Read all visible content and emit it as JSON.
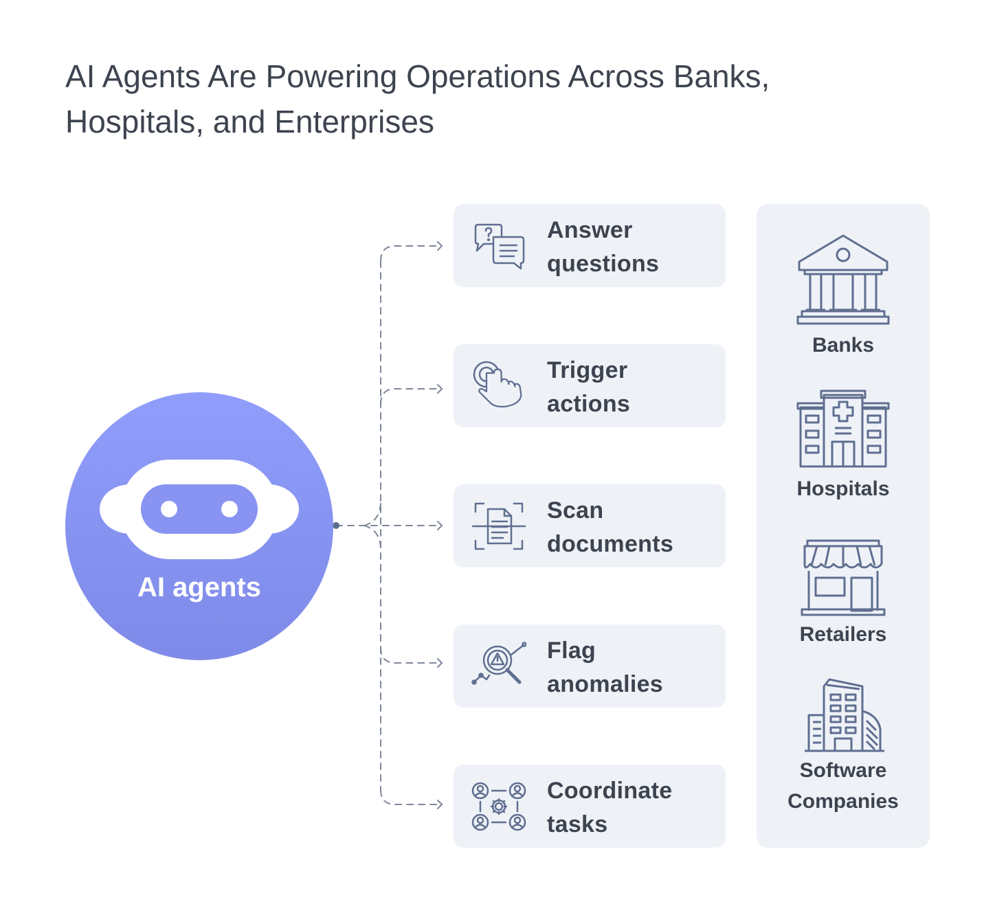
{
  "title": "AI Agents Are Powering Operations Across Banks, Hospitals, and Enterprises",
  "hub": {
    "label": "AI agents",
    "icon": "robot-face-icon"
  },
  "tasks": [
    {
      "label": "Answer\nquestions",
      "icon": "chat-question-icon"
    },
    {
      "label": "Trigger\nactions",
      "icon": "hand-tap-icon"
    },
    {
      "label": "Scan\ndocuments",
      "icon": "document-scan-icon"
    },
    {
      "label": "Flag\nanomalies",
      "icon": "magnifier-warning-icon"
    },
    {
      "label": "Coordinate\ntasks",
      "icon": "team-gear-icon"
    }
  ],
  "industries": [
    {
      "label": "Banks",
      "icon": "bank-icon"
    },
    {
      "label": "Hospitals",
      "icon": "hospital-icon"
    },
    {
      "label": "Retailers",
      "icon": "storefront-icon"
    },
    {
      "label": "Software\nCompanies",
      "icon": "office-buildings-icon"
    }
  ],
  "colors": {
    "hub_top": "#909dfb",
    "hub_bottom": "#7f8ae8",
    "card_bg": "#eef2f7",
    "icon_stroke": "#5f6e90",
    "connector": "#7d869a",
    "text": "#3d434f"
  }
}
